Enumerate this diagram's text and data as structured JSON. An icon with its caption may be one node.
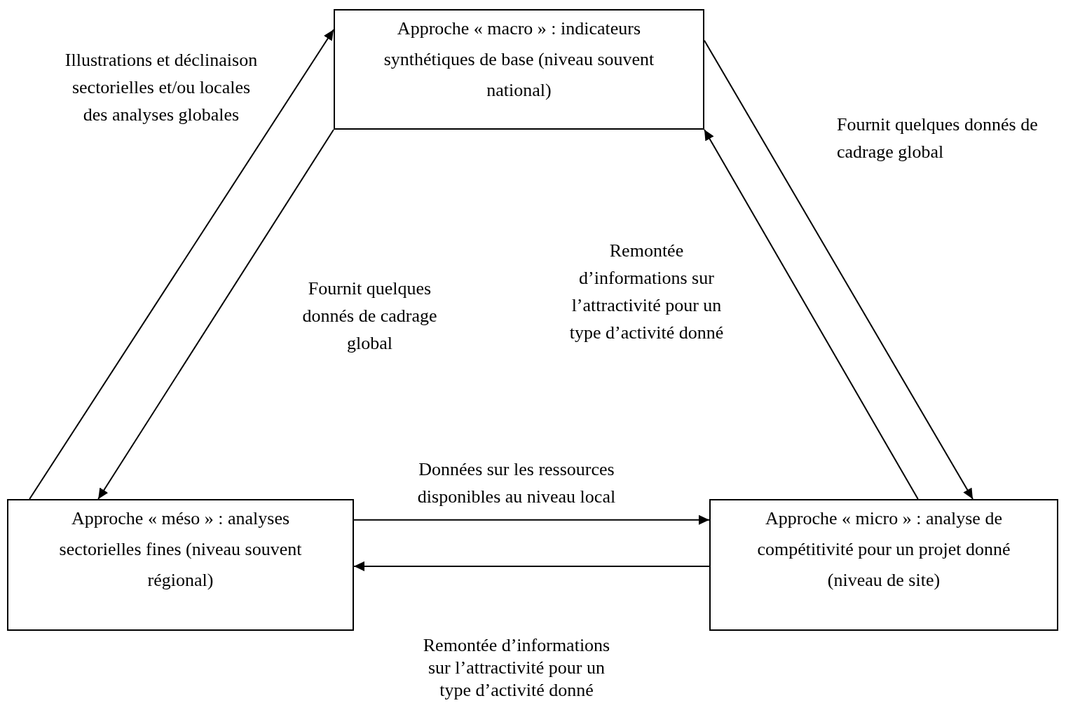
{
  "diagram": {
    "nodes": [
      {
        "text": [
          "Approche « macro » : indicateurs synthétiques de base (niveau souvent national)"
        ]
      },
      {
        "text": [
          "Approche « méso » : analyses sectorielles fines (niveau souvent régional)"
        ]
      },
      {
        "text": [
          "Approche « micro » : analyse de compétitivité pour un projet donné (niveau de site)"
        ]
      }
    ],
    "edges": [
      {
        "from": 1,
        "to": 0,
        "arrow": "to",
        "label": "Illustrations et déclinaison sectorielles et/ou locales des analyses globales"
      },
      {
        "from": 0,
        "to": 1,
        "arrow": "to",
        "label": "Fournit quelques donnés de cadrage global"
      },
      {
        "from": 0,
        "to": 2,
        "arrow": "to",
        "label": "Fournit quelques donnés de cadrage global"
      },
      {
        "from": 2,
        "to": 0,
        "arrow": "to",
        "label": "Remontée d’informations sur l’attractivité pour un type d’activité donné"
      },
      {
        "from": 1,
        "to": 2,
        "arrow": "to",
        "label": "Données sur les ressources disponibles au niveau local"
      },
      {
        "from": 2,
        "to": 1,
        "arrow": "to",
        "label": "Remontée d’informations sur l’attractivité pour un type d’activité donné"
      }
    ]
  }
}
